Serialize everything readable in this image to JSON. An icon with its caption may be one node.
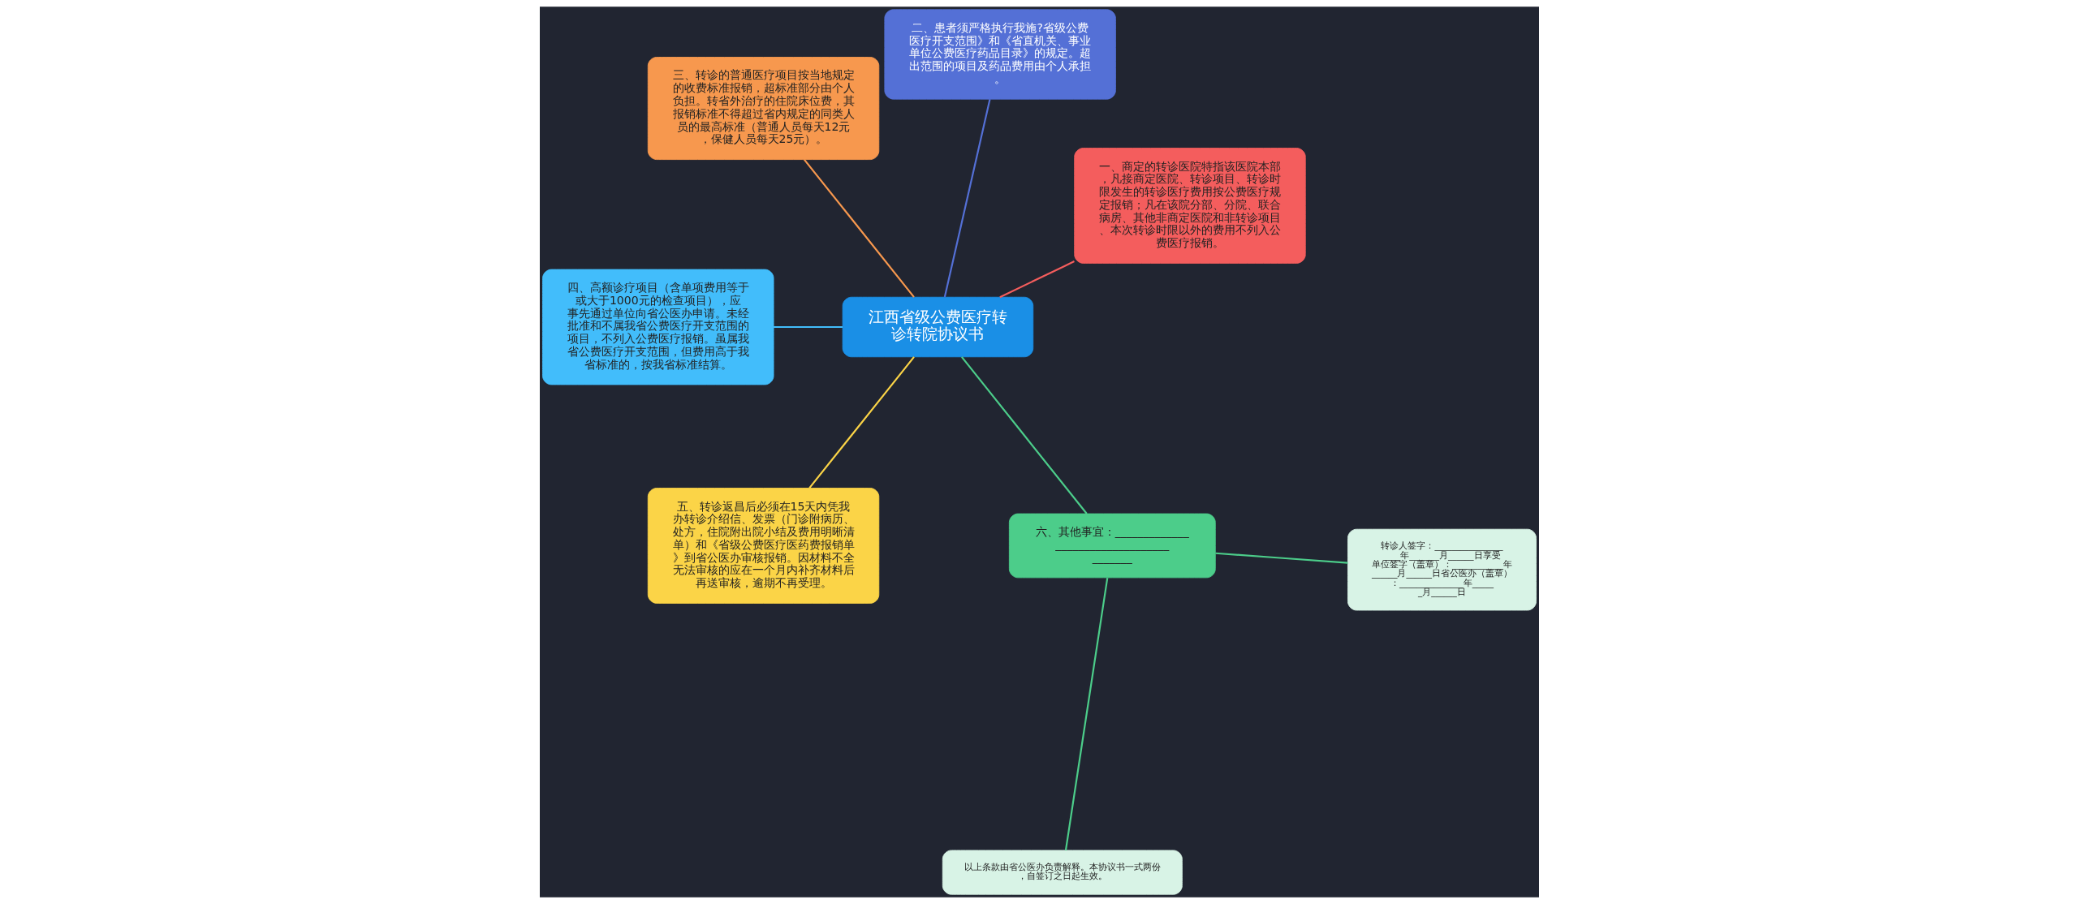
{
  "diagram": {
    "nodes": [
      {
        "text": [
          "江西省级公费医疗转诊转院协议书"
        ]
      },
      {
        "text": [
          "一、商定的转诊医院特指该医院本部，凡接商定医院、转诊项目、转诊时限发生的转诊医疗费用按公费医疗规定报销；凡在该院分部、分院、联合病房、其他非商定医院和非转诊项目、本次转诊时限以外的费用不列入公费医疗报销。"
        ]
      },
      {
        "text": [
          "二、患者须严格执行我施?省级公费医疗开支范围》和《省直机关、事业单位公费医疗药品目录》的规定。超出范围的项目及药品费用由个人承担。"
        ]
      },
      {
        "text": [
          "三、转诊的普通医疗项目按当地规定的收费标准报销，超标准部分由个人负担。转省外治疗的住院床位费，其报销标准不得超过省内规定的同类人员的最高标准（普通人员每天12元，保健人员每天25元）。"
        ]
      },
      {
        "text": [
          "四、高额诊疗项目（含单项费用等于或大于1000元的检查项目），应事先通过单位向省公医办申请。未经批准和不属我省公费医疗开支范围的项目，不列入公费医疗报销。虽属我省公费医疗开支范围，但费用高于我省标准的，按我省标准结算。"
        ]
      },
      {
        "text": [
          "五、转诊返昌后必须在15天内凭我办转诊介绍信、发票（门诊附病历、处方，住院附出院小结及费用明晰清单）和《省级公费医疗医药费报销单》到省公医办审核报销。因材料不全无法审核的应在一个月内补齐材料后再送审核，逾期不再受理。"
        ]
      },
      {
        "text": [
          "六、其他事宜：________________________________________"
        ]
      },
      {
        "text": [
          "以上条款由省公医办负责解释。本协议书一式两份，自签订之日起生效。"
        ]
      },
      {
        "text": [
          "转诊人签字：____________________年_______月______日享受单位签字（盖章）：____________年______月______日省公医办（盖章）：_______________年______月______日"
        ]
      }
    ],
    "edges": [
      {
        "from": 0,
        "to": 1,
        "arrow": "none",
        "color": "#f45d5d"
      },
      {
        "from": 0,
        "to": 2,
        "arrow": "none",
        "color": "#5470d6"
      },
      {
        "from": 0,
        "to": 3,
        "arrow": "none",
        "color": "#f7984e"
      },
      {
        "from": 0,
        "to": 4,
        "arrow": "none",
        "color": "#42bdfb"
      },
      {
        "from": 0,
        "to": 5,
        "arrow": "none",
        "color": "#fbd447"
      },
      {
        "from": 0,
        "to": 6,
        "arrow": "none",
        "color": "#4ccd8a"
      },
      {
        "from": 6,
        "to": 7,
        "arrow": "none",
        "color": "#4ccd8a"
      },
      {
        "from": 6,
        "to": 8,
        "arrow": "none",
        "color": "#4ccd8a"
      }
    ]
  }
}
